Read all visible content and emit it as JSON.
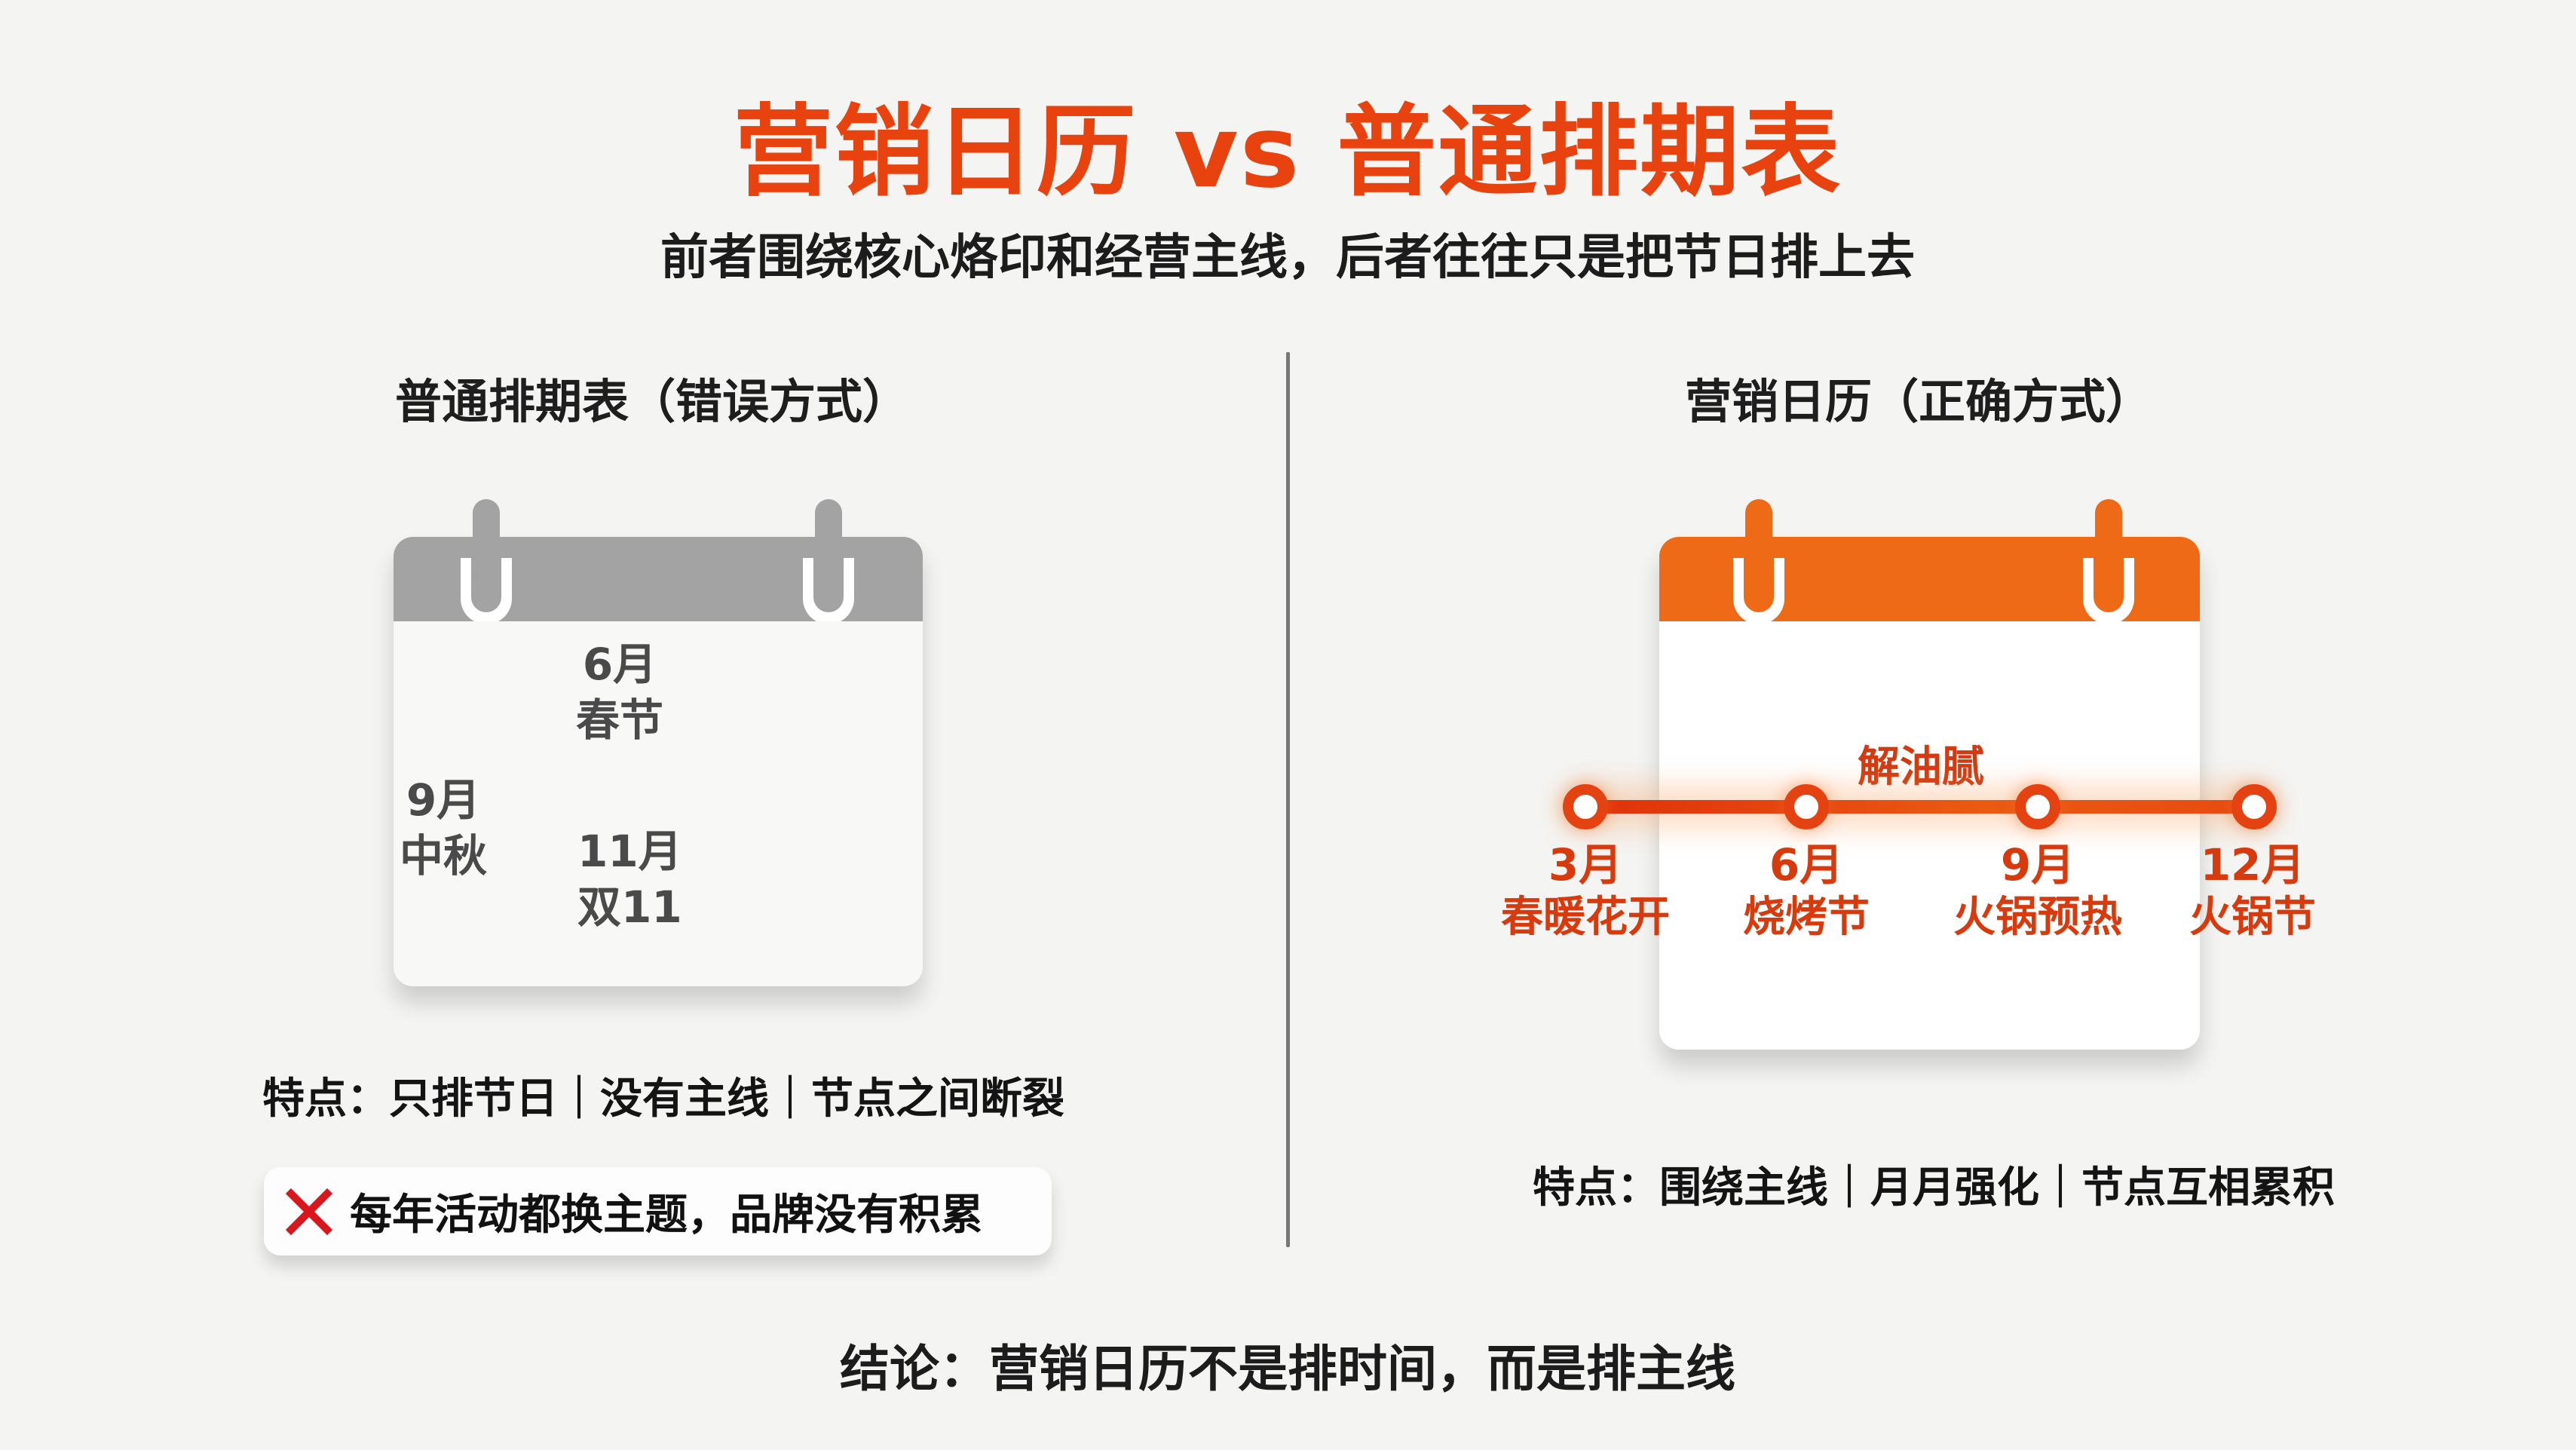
{
  "header": {
    "title": "营销日历 vs 普通排期表",
    "subtitle": "前者围绕核心烙印和经营主线，后者往往只是把节日排上去"
  },
  "colors": {
    "accent": "#e8430f",
    "orange_calendar": "#ef6a16",
    "gray_calendar": "#a3a3a3",
    "timeline_text": "#d73a0d",
    "error_red": "#d8161b",
    "background": "#f4f4f2"
  },
  "left_panel": {
    "heading": "普通排期表（错误方式）",
    "calendar_icon": "calendar-icon-gray",
    "entries": [
      {
        "month": "6月",
        "event": "春节"
      },
      {
        "month": "9月",
        "event": "中秋"
      },
      {
        "month": "11月",
        "event": "双11"
      }
    ],
    "features": "特点：只排节日｜没有主线｜节点之间断裂",
    "warning": {
      "icon": "x-mark-icon",
      "text": "每年活动都换主题，品牌没有积累"
    }
  },
  "right_panel": {
    "heading": "营销日历（正确方式）",
    "calendar_icon": "calendar-icon-orange",
    "theme": "解油腻",
    "timeline": [
      {
        "month": "3月",
        "event": "春暖花开"
      },
      {
        "month": "6月",
        "event": "烧烤节"
      },
      {
        "month": "9月",
        "event": "火锅预热"
      },
      {
        "month": "12月",
        "event": "火锅节"
      }
    ],
    "features": "特点：围绕主线｜月月强化｜节点互相累积"
  },
  "footer": {
    "conclusion": "结论：营销日历不是排时间，而是排主线"
  }
}
